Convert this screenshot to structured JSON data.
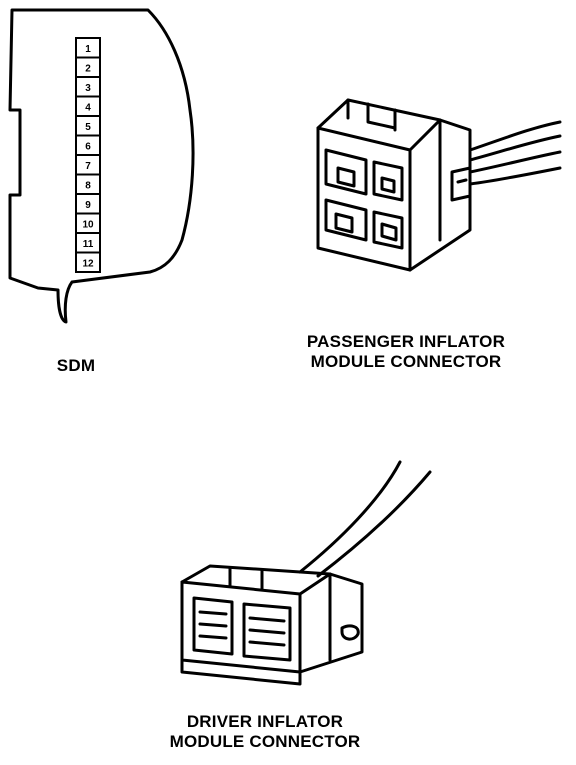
{
  "sdm": {
    "label": "SDM",
    "pins": [
      "1",
      "2",
      "3",
      "4",
      "5",
      "6",
      "7",
      "8",
      "9",
      "10",
      "11",
      "12"
    ]
  },
  "passenger_connector": {
    "label_line1": "PASSENGER INFLATOR",
    "label_line2": "MODULE CONNECTOR"
  },
  "driver_connector": {
    "label_line1": "DRIVER INFLATOR",
    "label_line2": "MODULE CONNECTOR"
  }
}
